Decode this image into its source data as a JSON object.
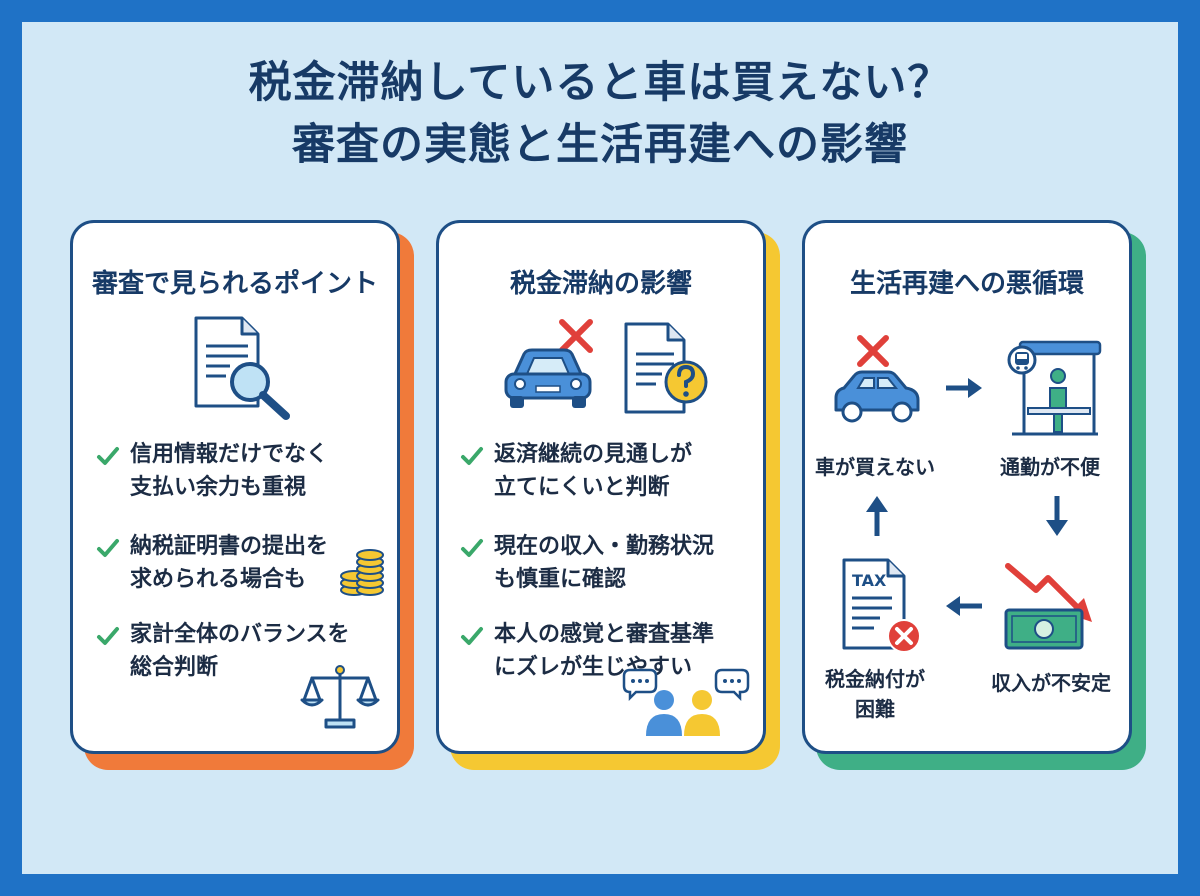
{
  "title": {
    "line1": "税金滞納していると車は買えない？",
    "line2": "審査の実態と生活再建への影響"
  },
  "colors": {
    "frame": "#1f72c6",
    "background": "#d2e8f6",
    "navy": "#173a66",
    "card1_accent": "#f07a3a",
    "card2_accent": "#f5c832",
    "card3_accent": "#3faf86",
    "check": "#3aa86a",
    "cross": "#e0403a"
  },
  "card1": {
    "title": "審査で見られるポイント",
    "items": [
      {
        "line1": "信用情報だけでなく",
        "line2": "支払い余力も重視"
      },
      {
        "line1": "納税証明書の提出を",
        "line2": "求められる場合も"
      },
      {
        "line1": "家計全体のバランスを",
        "line2": "総合判断"
      }
    ],
    "icons": [
      "document-magnifier-icon",
      "coins-icon",
      "scales-icon"
    ]
  },
  "card2": {
    "title": "税金滞納の影響",
    "items": [
      {
        "line1": "返済継続の見通しが",
        "line2": "立てにくいと判断"
      },
      {
        "line1": "現在の収入・勤務状況",
        "line2": "も慎重に確認"
      },
      {
        "line1": "本人の感覚と審査基準",
        "line2": "にズレが生じやすい"
      }
    ],
    "icons": [
      "car-cross-icon",
      "document-question-icon",
      "people-chat-icon"
    ]
  },
  "card3": {
    "title": "生活再建への悪循環",
    "cycle": {
      "car": "車が買えない",
      "commute": "通勤が不便",
      "income": "収入が不安定",
      "tax_line1": "税金納付が",
      "tax_line2": "困難"
    },
    "tax_doc_text": "TAX",
    "icons": [
      "car-cross-icon",
      "bus-stop-icon",
      "falling-money-icon",
      "tax-document-icon"
    ]
  }
}
